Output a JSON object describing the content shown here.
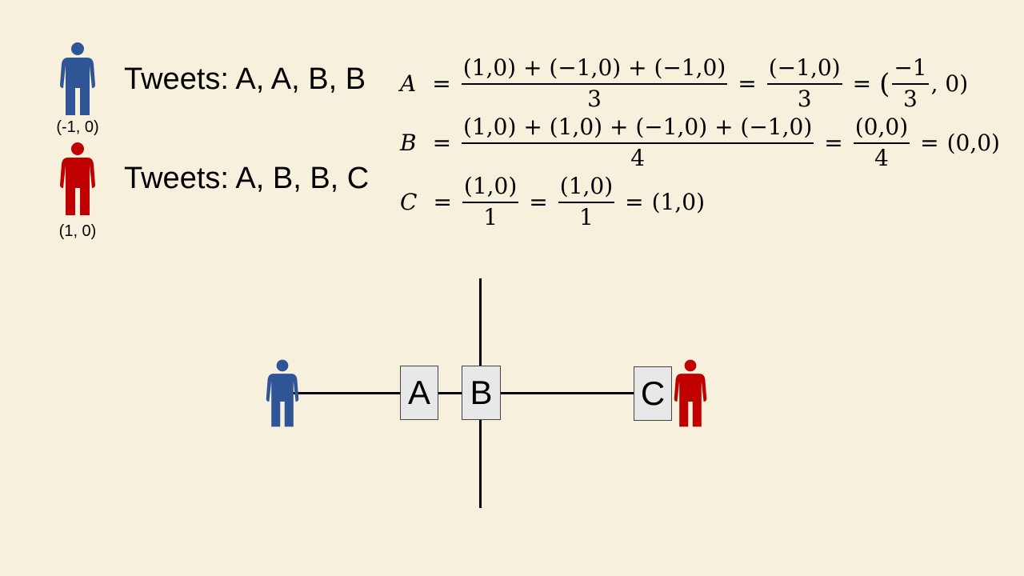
{
  "users": [
    {
      "color": "#2f5596",
      "coord_label": "(-1, 0)",
      "tweets_label": "Tweets: A, A, B, B"
    },
    {
      "color": "#c00000",
      "coord_label": "(1, 0)",
      "tweets_label": "Tweets: A, B, B, C"
    }
  ],
  "equations": {
    "A": {
      "var": "A",
      "eq1": "=",
      "num1": "(1,0) + (−1,0) + (−1,0)",
      "den1": "3",
      "eq2": "=",
      "num2": "(−1,0)",
      "den2": "3",
      "eq3": "=",
      "lp": "(",
      "num3": "−1",
      "den3": "3",
      "rest": ", 0)"
    },
    "B": {
      "var": "B",
      "eq1": "=",
      "num1": "(1,0) + (1,0) + (−1,0) + (−1,0)",
      "den1": "4",
      "eq2": "=",
      "num2": "(0,0)",
      "den2": "4",
      "eq3": "=",
      "result": "(0,0)"
    },
    "C": {
      "var": "C",
      "eq1": "=",
      "num1": "(1,0)",
      "den1": "1",
      "eq2": "=",
      "num2": "(1,0)",
      "den2": "1",
      "eq3": "=",
      "result": "(1,0)"
    }
  },
  "plot": {
    "boxes": [
      {
        "label": "A"
      },
      {
        "label": "B"
      },
      {
        "label": "C"
      }
    ]
  },
  "icons": [
    "person-icon"
  ]
}
